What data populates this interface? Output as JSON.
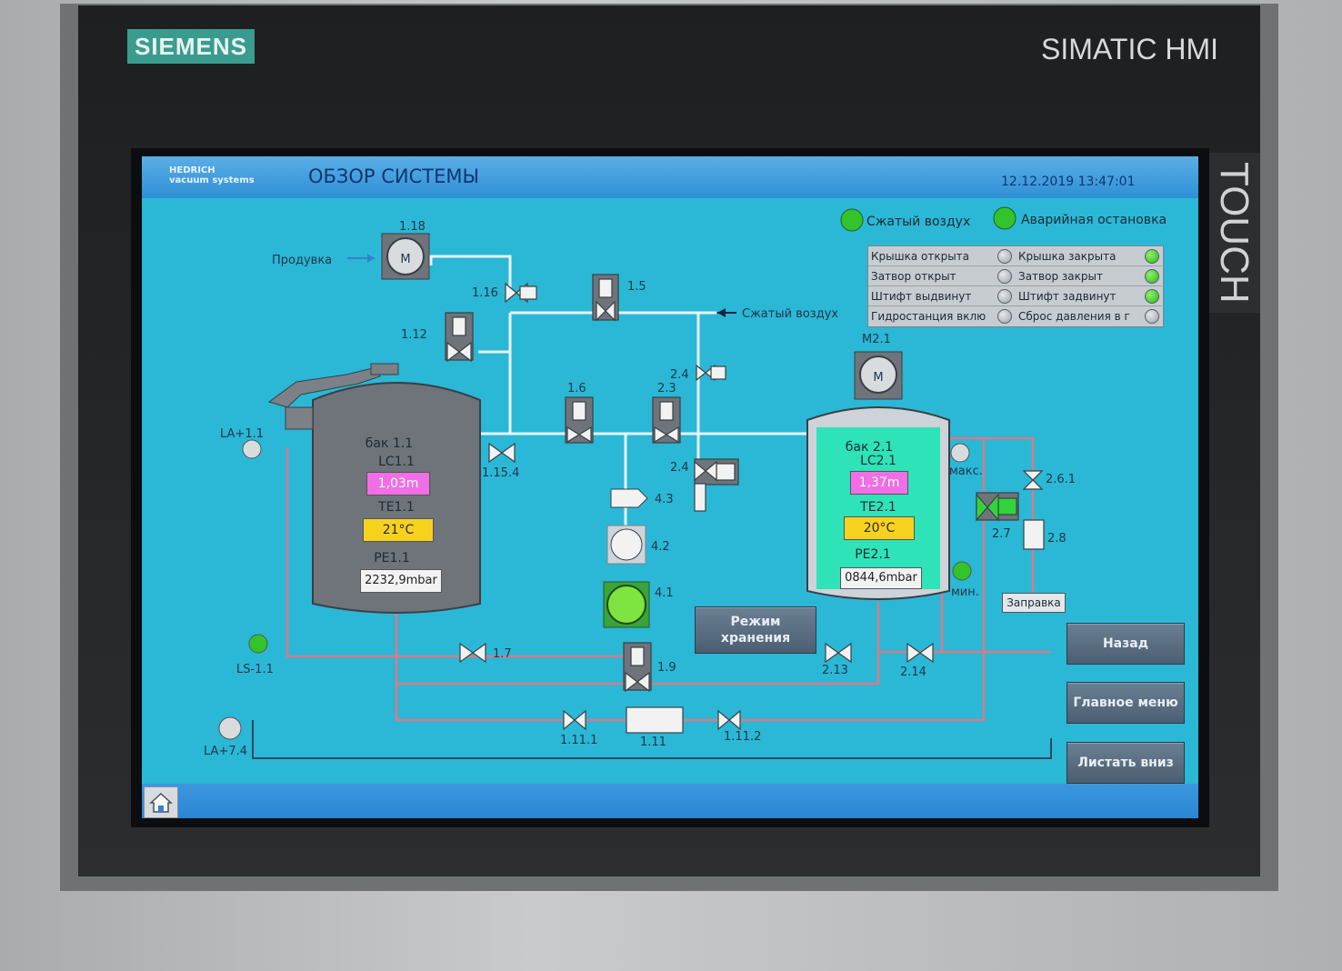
{
  "device": {
    "brand": "SIEMENS",
    "model": "SIMATIC HMI",
    "touch_label": "TOUCH"
  },
  "header": {
    "logo_line1": "HEDRICH",
    "logo_line2": "vacuum systems",
    "title": "ОБЗОР СИСТЕМЫ",
    "datetime": "12.12.2019 13:47:01"
  },
  "indicators_top": {
    "compressed_air": "Сжатый воздух",
    "emergency_stop": "Аварийная остановка"
  },
  "status_panel": {
    "rows": [
      {
        "left": "Крышка открыта",
        "right": "Крышка закрыта"
      },
      {
        "left": "Затвор открыт",
        "right": "Затвор закрыт"
      },
      {
        "left": "Штифт выдвинут",
        "right": "Штифт задвинут"
      },
      {
        "left": "Гидростанция вклю",
        "right": "Сброс давления в г"
      }
    ]
  },
  "labels": {
    "purge": "Продувка",
    "compressed_air": "Сжатый воздух",
    "motor_symbol": "M",
    "m118": "1.18",
    "m21": "M2.1",
    "v116": "1.16",
    "v15": "1.5",
    "v112": "1.12",
    "v24a": "2.4",
    "v16": "1.6",
    "v23": "2.3",
    "v24b": "2.4",
    "v1154": "1.15.4",
    "la11": "LA+1.1",
    "ls11": "LS-1.1",
    "la74": "LA+7.4",
    "p43": "4.3",
    "p42": "4.2",
    "p41": "4.1",
    "v17": "1.7",
    "v19": "1.9",
    "v213": "2.13",
    "v214": "2.14",
    "v261": "2.6.1",
    "v27": "2.7",
    "v28": "2.8",
    "max": "макс.",
    "min": "мин.",
    "v1111": "1.11.1",
    "f111": "1.11",
    "v1112": "1.11.2",
    "refill": "Заправка"
  },
  "tank1": {
    "name": "бак 1.1",
    "level_tag": "LC1.1",
    "level": "1,03m",
    "temp_tag": "TE1.1",
    "temp": "21°C",
    "pressure_tag": "PE1.1",
    "pressure": "2232,9mbar"
  },
  "tank2": {
    "name": "бак 2.1",
    "level_tag": "LC2.1",
    "level": "1,37m",
    "temp_tag": "TE2.1",
    "temp": "20°C",
    "pressure_tag": "PE2.1",
    "pressure": "0844,6mbar"
  },
  "buttons": {
    "storage_mode": "Режим хранения",
    "back": "Назад",
    "main_menu": "Главное меню",
    "scroll_down": "Листать вниз"
  },
  "colors": {
    "screen_bg": "#2ab8d6",
    "pipe": "#d97a86",
    "pipe_air": "#e8f4f8",
    "header": "#2f8fd6",
    "led_green": "#2fb51c"
  }
}
